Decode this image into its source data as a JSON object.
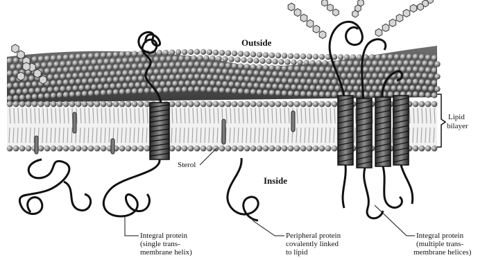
{
  "labels": {
    "outside": "Outside",
    "inside": "Inside",
    "sterol": "Sterol",
    "lipid_bilayer": [
      "Lipid",
      "bilayer"
    ],
    "integral_single": [
      "Integral protein",
      "(single trans-",
      "membrane helix)"
    ],
    "peripheral": [
      "Peripheral protein",
      "covalently linked",
      "to lipid"
    ],
    "integral_multiple": [
      "Integral protein",
      "(multiple trans-",
      "membrane helices)"
    ]
  },
  "colors": {
    "ink": "#111111",
    "head_fill": "#7d7d7d",
    "helix_fill": "#4a4a4a",
    "tail": "#9a9a9a",
    "sugar": "#cfcfcf"
  }
}
